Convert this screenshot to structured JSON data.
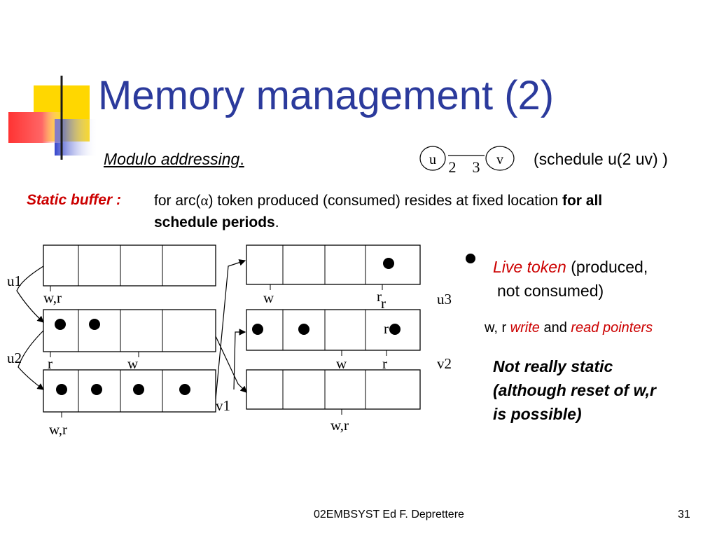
{
  "title": "Memory management (2)",
  "subtitle": "Modulo addressing",
  "subtitle_suffix": ".",
  "schedule_text": "(schedule u(2 uv) )",
  "graph": {
    "node_u": "u",
    "node_v": "v",
    "produce_rate": "2",
    "consume_rate": "3"
  },
  "static_buffer": {
    "label": "Static buffer :",
    "text_start": "for arc(",
    "alpha": "α",
    "text_mid": ") token produced (consumed) resides at fixed location ",
    "text_bold": "for all",
    "line2_bold": "schedule periods",
    "line2_end": "."
  },
  "diagram": {
    "left_labels": [
      "u1",
      "u2"
    ],
    "middle_labels": [
      "v1"
    ],
    "right_labels": [
      "u3",
      "v2"
    ],
    "pointer_labels": {
      "left_row1": "w,r",
      "left_row2_r": "r",
      "left_row2_w": "w",
      "left_row3": "w,r",
      "right_row1_w": "w",
      "right_row1_r": "r",
      "right_row1_r2": "r",
      "right_row2_r": "r",
      "right_row2_w": "w",
      "right_row2_r2": "r",
      "right_row3": "w,r"
    }
  },
  "legend": {
    "live_token": "Live token",
    "live_token_rest": " (produced,",
    "live_token_line2": "not consumed)",
    "pointers_prefix": "w, r ",
    "write": "write",
    "and": " and ",
    "read": "read pointers"
  },
  "note": {
    "line1": "Not really static",
    "line2": "(although reset of w,r",
    "line3": "is possible)"
  },
  "footer": "02EMBSYST Ed F. Deprettere",
  "page_number": "31",
  "colors": {
    "title": "#2b3a9c",
    "accent_red": "#cc0000",
    "deco_yellow": "#ffd700",
    "deco_blue": "#3344cc",
    "deco_red": "#ff3333"
  }
}
